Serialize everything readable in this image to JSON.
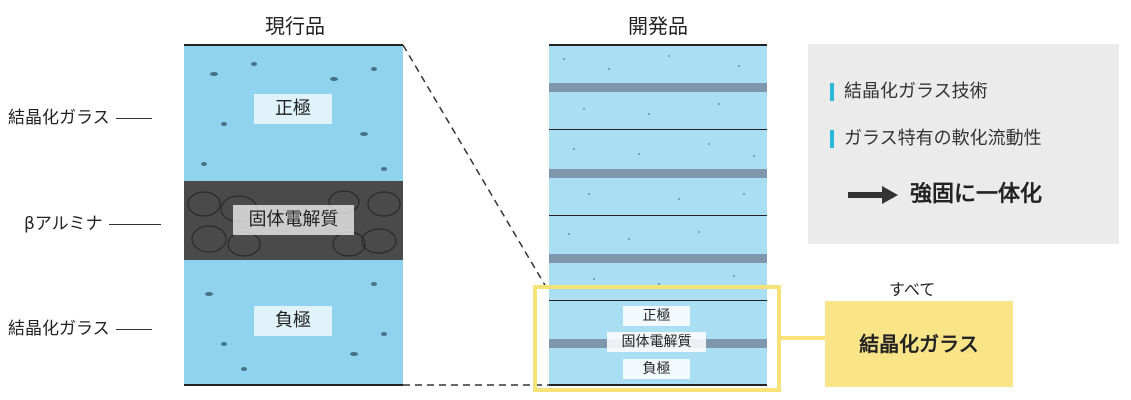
{
  "titles": {
    "current": "現行品",
    "developed": "開発品"
  },
  "left_labels": {
    "top": "結晶化ガラス",
    "middle": "βアルミナ",
    "bottom": "結晶化ガラス"
  },
  "current_layers": {
    "top": "正極",
    "middle": "固体電解質",
    "bottom": "負極"
  },
  "developed_layers": {
    "top": "正極",
    "middle": "固体電解質",
    "bottom": "負極"
  },
  "info": {
    "item1": "結晶化ガラス技術",
    "item2": "ガラス特有の軟化流動性",
    "result": "強固に一体化",
    "accent": "#2cb8d8"
  },
  "callout": {
    "caption": "すべて",
    "label": "結晶化ガラス"
  }
}
